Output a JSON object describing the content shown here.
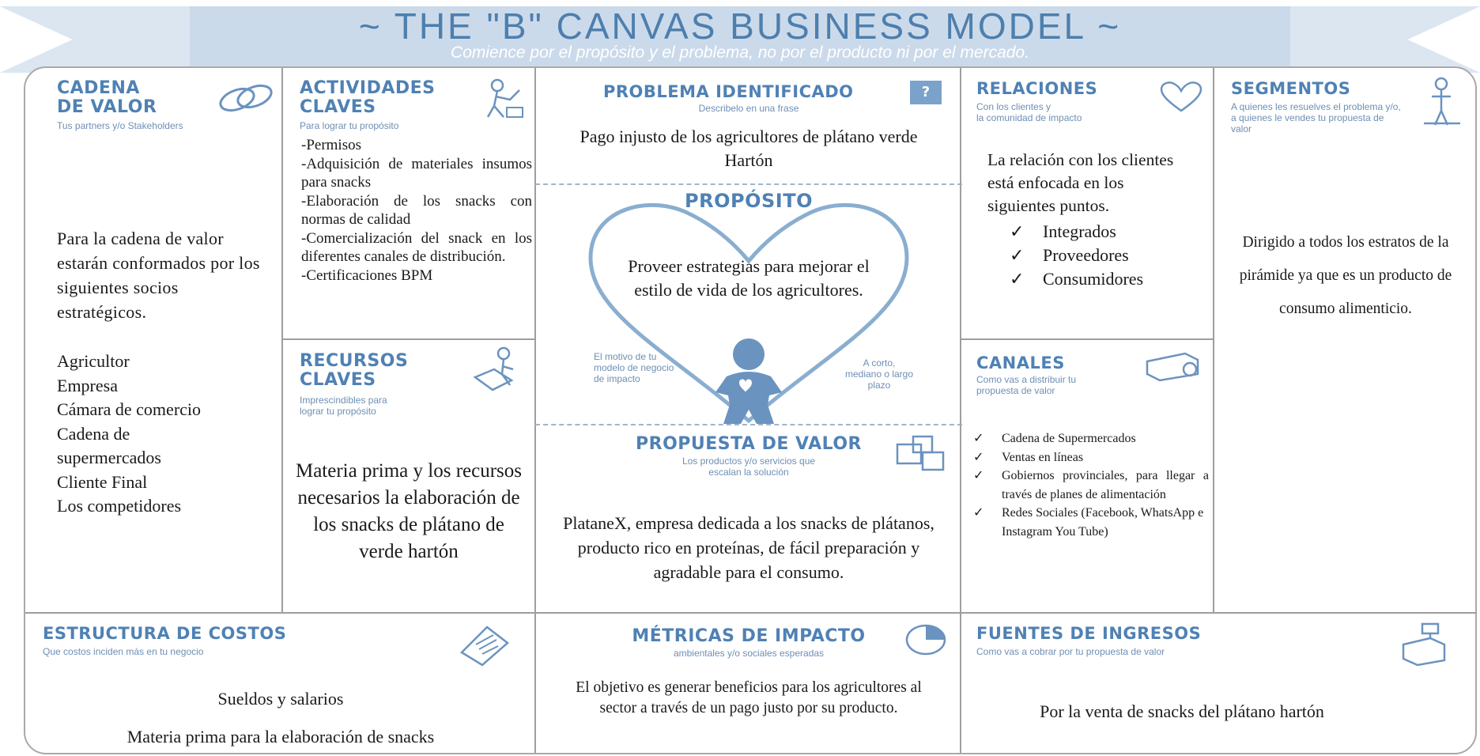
{
  "banner": {
    "title": "~ THE \"B\" CANVAS BUSINESS MODEL ~",
    "subtitle": "Comience por el propósito y el problema, no por el producto ni por el mercado."
  },
  "cadena": {
    "title_1": "CADENA",
    "title_2": "DE VALOR",
    "subtitle": "Tus partners y/o Stakeholders",
    "intro": "Para la cadena de valor estarán conformados por los siguientes socios estratégicos.",
    "items": [
      "Agricultor",
      "Empresa",
      "Cámara de comercio",
      "Cadena de supermercados",
      "Cliente Final",
      "Los competidores"
    ]
  },
  "actividades": {
    "title_1": "ACTIVIDADES",
    "title_2": "CLAVES",
    "subtitle": "Para lograr tu propósito",
    "items": [
      "-Permisos",
      "-Adquisición de materiales insumos para snacks",
      "-Elaboración de los snacks con normas de calidad",
      "-Comercialización del snack en los diferentes canales de distribución.",
      "-Certificaciones BPM"
    ]
  },
  "recursos": {
    "title_1": "RECURSOS",
    "title_2": "CLAVES",
    "subtitle_1": "Imprescindibles para",
    "subtitle_2": "lograr tu propósito",
    "body": "Materia prima y los recursos necesarios la elaboración de los snacks de plátano de verde hartón"
  },
  "problema": {
    "title": "PROBLEMA IDENTIFICADO",
    "subtitle": "Describelo en una frase",
    "body": "Pago injusto de los agricultores de plátano verde Hartón",
    "badge": "?"
  },
  "proposito": {
    "title": "PROPÓSITO",
    "body": "Proveer estrategias para mejorar el estilo de vida de los agricultores.",
    "left_note": "El motivo de tu modelo de negocio de impacto",
    "right_note": "A corto, mediano o largo plazo"
  },
  "propuesta": {
    "title": "PROPUESTA DE VALOR",
    "subtitle_1": "Los productos y/o servicios que",
    "subtitle_2": "escalan la solución",
    "body": "PlataneX, empresa dedicada a los snacks de plátanos, producto rico en proteínas, de fácil preparación y agradable para el consumo."
  },
  "relaciones": {
    "title": "RELACIONES",
    "subtitle_1": "Con los clientes y",
    "subtitle_2": "la comunidad de impacto",
    "intro": "La relación con los clientes está enfocada en los siguientes puntos.",
    "items": [
      "Integrados",
      "Proveedores",
      "Consumidores"
    ],
    "check": "✓"
  },
  "canales": {
    "title": "CANALES",
    "subtitle_1": "Como vas a distribuir tu",
    "subtitle_2": "propuesta de valor",
    "items": [
      "Cadena de Supermercados",
      "Ventas en líneas",
      "Gobiernos provinciales, para llegar a través de planes de alimentación",
      "Redes Sociales (Facebook, WhatsApp e Instagram You Tube)"
    ],
    "check": "✓"
  },
  "segmentos": {
    "title": "SEGMENTOS",
    "subtitle": "A quienes les resuelves el problema y/o, a quienes le vendes tu propuesta de valor",
    "body": "Dirigido a todos los estratos de la pirámide ya que es un producto de consumo alimenticio."
  },
  "costos": {
    "title": "ESTRUCTURA DE COSTOS",
    "subtitle": "Que costos inciden más en tu negocio",
    "line1": "Sueldos y salarios",
    "line2": "Materia prima para la elaboración de snacks"
  },
  "metricas": {
    "title": "MÉTRICAS DE IMPACTO",
    "subtitle": "ambientales y/o sociales esperadas",
    "body": "El objetivo es generar beneficios para los agricultores al sector a través de un pago justo por su producto."
  },
  "ingresos": {
    "title": "FUENTES DE INGRESOS",
    "subtitle": "Como vas a cobrar por tu propuesta de valor",
    "body": "Por la venta de snacks del plátano hartón"
  },
  "colors": {
    "accent": "#4f81b4",
    "banner": "#c9d8e8",
    "heart": "#8aaed0"
  }
}
